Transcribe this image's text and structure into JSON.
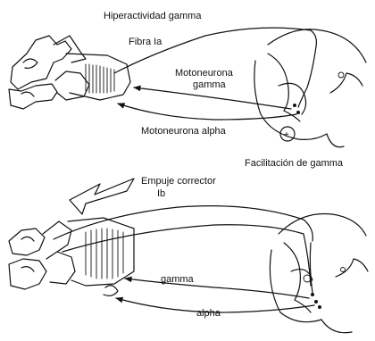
{
  "top_panel": {
    "title": "Hiperactividad gamma",
    "label_fibra": "Fibra Ia",
    "label_motoneurona_gamma_line1": "Motoneurona",
    "label_motoneurona_gamma_line2": "gamma",
    "label_motoneurona_alpha": "Motoneurona alpha",
    "label_facilitacion": "Facilitación de gamma",
    "plus_symbol": "+"
  },
  "bottom_panel": {
    "label_empuje_line1": "Empuje corrector",
    "label_empuje_line2": "Ib",
    "label_gamma": "gamma",
    "label_alpha": "alpha"
  }
}
